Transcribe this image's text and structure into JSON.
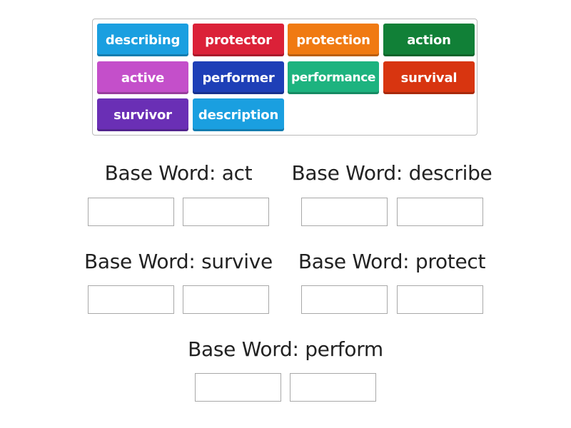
{
  "word_bank": {
    "tiles": [
      {
        "label": "describing",
        "color": "#1a9fe0"
      },
      {
        "label": "protector",
        "color": "#db2138"
      },
      {
        "label": "protection",
        "color": "#f07a12"
      },
      {
        "label": "action",
        "color": "#118037"
      },
      {
        "label": "active",
        "color": "#c44fca"
      },
      {
        "label": "performer",
        "color": "#1e3fb7"
      },
      {
        "label": "performance",
        "color": "#1db37f"
      },
      {
        "label": "survival",
        "color": "#d83510"
      },
      {
        "label": "survivor",
        "color": "#6a2fb5"
      },
      {
        "label": "description",
        "color": "#1a9fe0"
      }
    ]
  },
  "groups": [
    {
      "heading": "Base Word: act"
    },
    {
      "heading": "Base Word: describe"
    },
    {
      "heading": "Base Word: survive"
    },
    {
      "heading": "Base Word: protect"
    },
    {
      "heading": "Base Word: perform"
    }
  ]
}
